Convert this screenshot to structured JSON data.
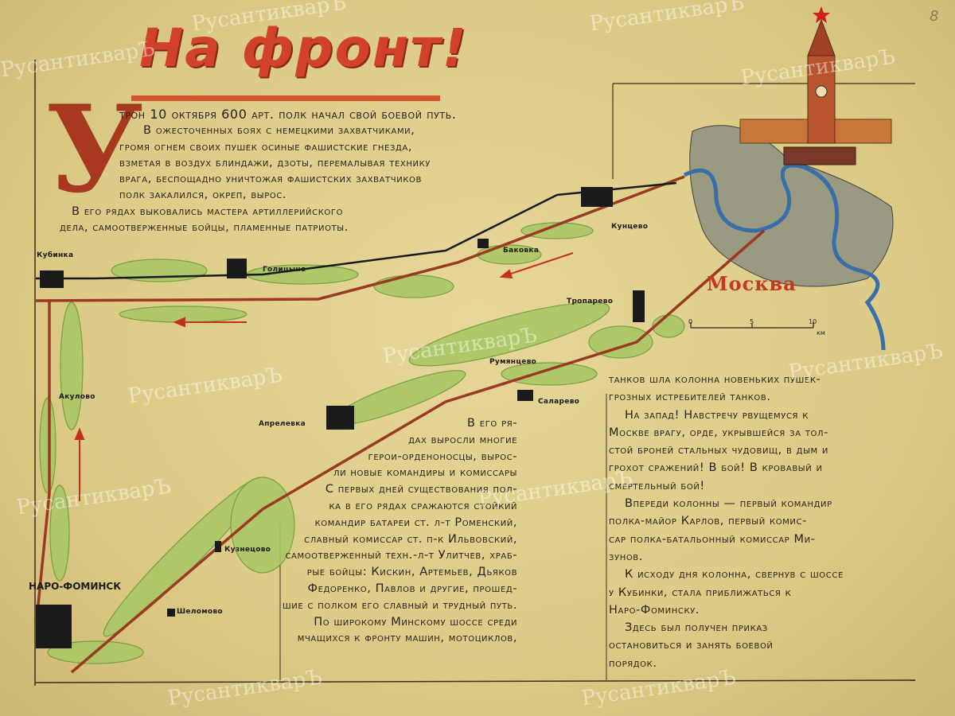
{
  "title": "На фронт!",
  "drop_cap": "У",
  "page_number": "8",
  "watermark": "РусантикварЪ",
  "intro": [
    "трон 10 октября 600 арт. полк начал свой боевой путь.",
    "В ожесточенных боях с немецкими захватчиками,",
    "громя огнем своих пушек осиные фашистские гнезда,",
    "взметая в воздух блиндажи, дзоты, перемалывая технику",
    "врага, беспощадно уничтожая фашистских захватчиков",
    "полк закалился, окреп, вырос.",
    "В его рядах выковались мастера артиллерийского",
    "дела, самоотверженные бойцы, пламенные патриоты."
  ],
  "middle_text": [
    "В его ря-",
    "дах выросли многие",
    "герои-орденоносцы, вырос-",
    "ли новые командиры и комиссары",
    "С первых дней существования пол-",
    "ка в его рядах сражаются стойкий",
    "командир батареи ст. л-т Роменский,",
    "славный комиссар ст. п-к Ильвовский,",
    "самоотверженный техн.-л-т Улитчев, храб-",
    "рые бойцы: Кискин, Артемьев, Дьяков",
    "Федоренко, Павлов и другие, прошед-",
    "шие с полком его славный и трудный путь.",
    "По широкому Минскому шоссе среди",
    "мчащихся к фронту машин, мотоциклов,"
  ],
  "right_text": [
    "танков шла колонна новеньких пушек-",
    "грозных истребителей танков.",
    "На запад! Навстречу рвущемуся к",
    "Москве врагу, орде, укрывшейся за тол-",
    "стой броней стальных чудовищ, в дым и",
    "грохот сражений! В бой! В кровавый и",
    "смертельный бой!",
    "Впереди колонны — первый командир",
    "полка-майор Карлов, первый комис-",
    "сар полка-батальонный комиссар Ми-",
    "зунов.",
    "К исходу дня колонна, свернув с шоссе",
    "у Кубинки, стала приближаться к",
    "Наро-Фоминску.",
    "Здесь был получен приказ",
    "остановиться и занять боевой",
    "порядок."
  ],
  "places": {
    "kubinka": "Кубинка",
    "golitsyno": "Голицыно",
    "bakovka": "Баковка",
    "kuntsevo": "Кунцево",
    "troparevo": "Тропарево",
    "moscow": "Москва",
    "rumyantsevo": "Румянцево",
    "salarevo": "Саларево",
    "aprelevka": "Апрелевка",
    "akulovo": "Акулово",
    "kuznetsovo": "Кузнецово",
    "naro_fominsk": "НАРО-ФОМИНСК",
    "shelomovo": "Шеломово"
  },
  "scale": {
    "ticks": [
      "0",
      "5",
      "10"
    ],
    "unit": "км"
  },
  "colors": {
    "paper": "#dccb86",
    "road": "#9a3a22",
    "title": "#d2422a",
    "forest": "#9cbf5a",
    "river": "#3a6ea8",
    "ink": "#2a2016"
  }
}
